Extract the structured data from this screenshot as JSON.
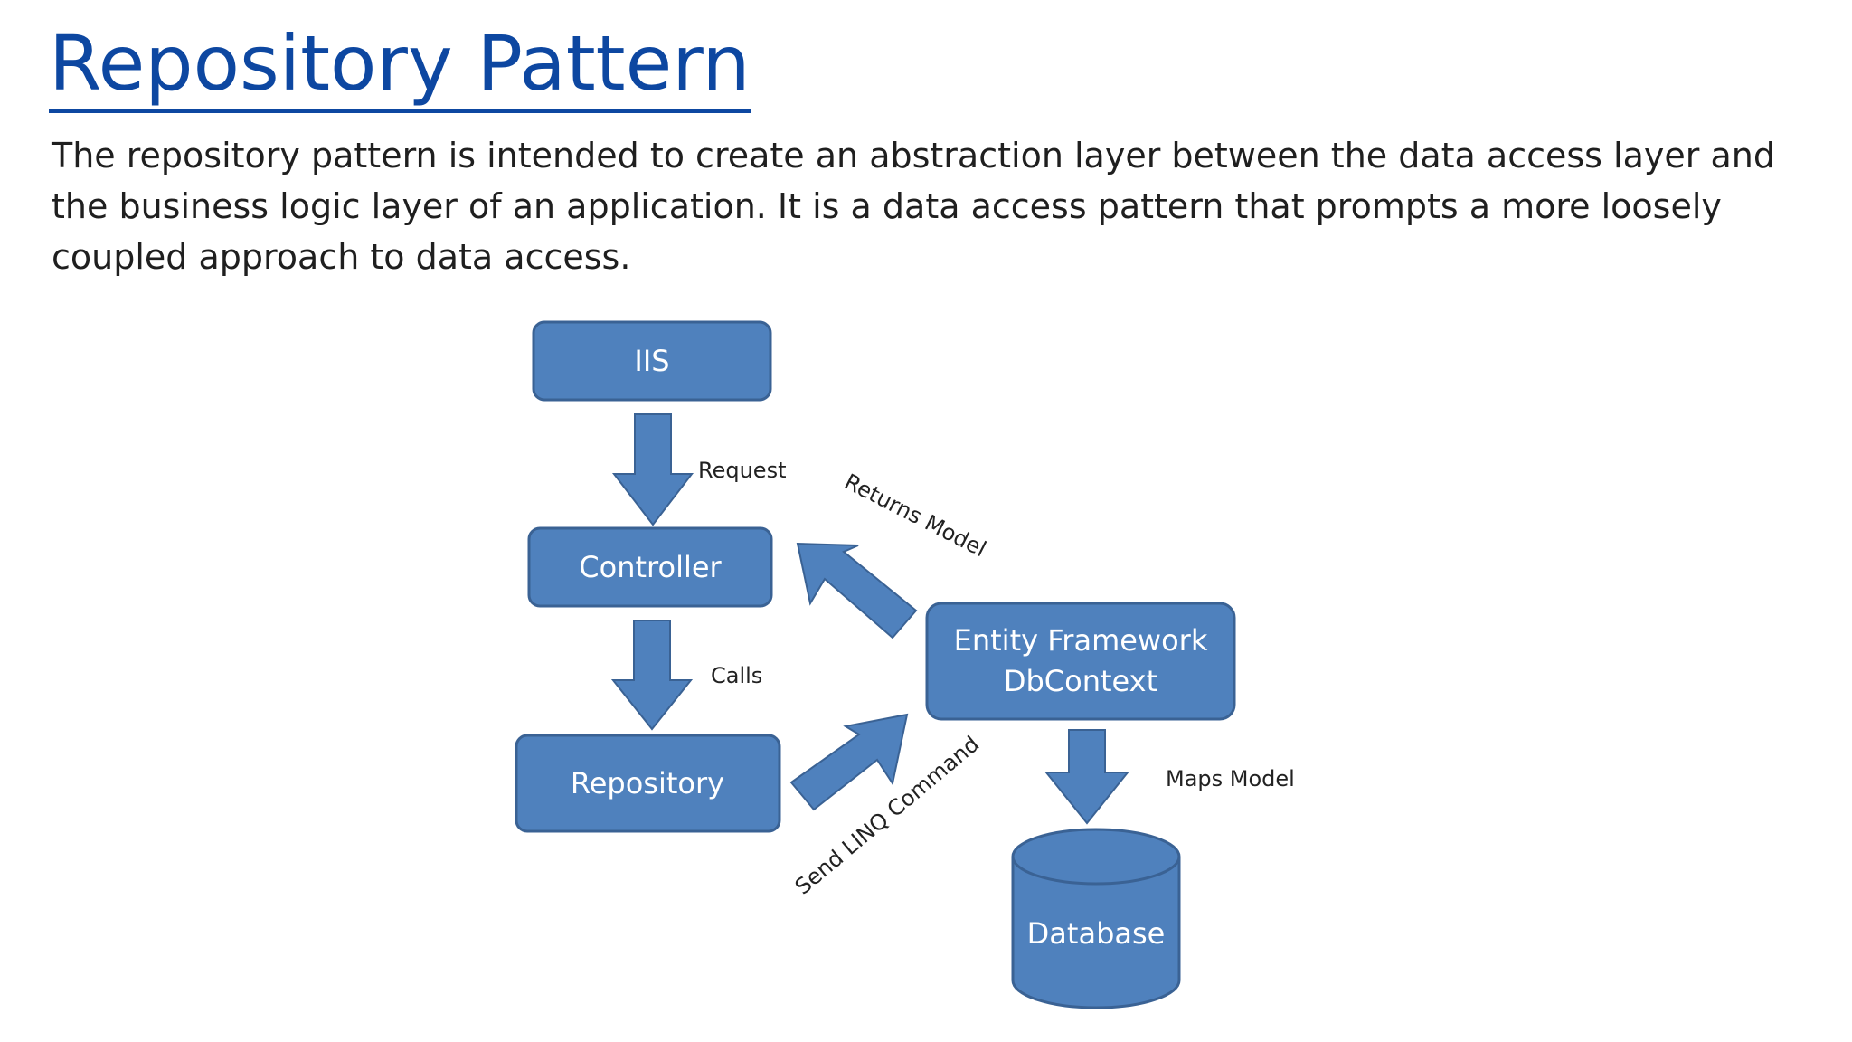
{
  "page": {
    "title": "Repository Pattern",
    "intro": "The repository pattern is intended to create an abstraction layer between the data access layer and the business logic layer of an application. It is a data access pattern that prompts a more loosely coupled approach to data access."
  },
  "diagram": {
    "colors": {
      "node_fill": "#4f81bd",
      "node_stroke": "#3a6294",
      "arrow_fill": "#4f81bd",
      "title": "#0d47a1"
    },
    "nodes": {
      "iis": "IIS",
      "controller": "Controller",
      "repository": "Repository",
      "entity_framework_line1": "Entity Framework",
      "entity_framework_line2": "DbContext",
      "database": "Database"
    },
    "edges": {
      "request": "Request",
      "calls": "Calls",
      "returns_model": "Returns Model",
      "send_linq_command": "Send LINQ Command",
      "maps_model": "Maps Model"
    }
  }
}
